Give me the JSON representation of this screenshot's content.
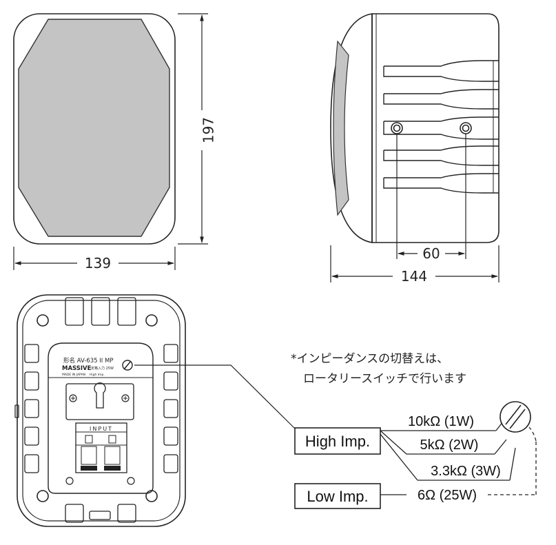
{
  "dimensions": {
    "height": "197",
    "width": "139",
    "depth": "144",
    "mount_spacing": "60"
  },
  "label_plate": {
    "line1": "形名 AV-635 II MP",
    "line2": "MASSIVE",
    "line3": "定格入力 25W",
    "line4": "MADE IN JAPAN",
    "line5": "High Imp.",
    "input_label": "INPUT"
  },
  "note": {
    "line1": "*インピーダンスの切替えは、",
    "line2": "ロータリースイッチで行います"
  },
  "switch": {
    "high_label": "High Imp.",
    "low_label": "Low Imp.",
    "taps": [
      {
        "label": "10kΩ (1W)"
      },
      {
        "label": "5kΩ (2W)"
      },
      {
        "label": "3.3kΩ (3W)"
      }
    ],
    "low_tap": "6Ω (25W)"
  }
}
